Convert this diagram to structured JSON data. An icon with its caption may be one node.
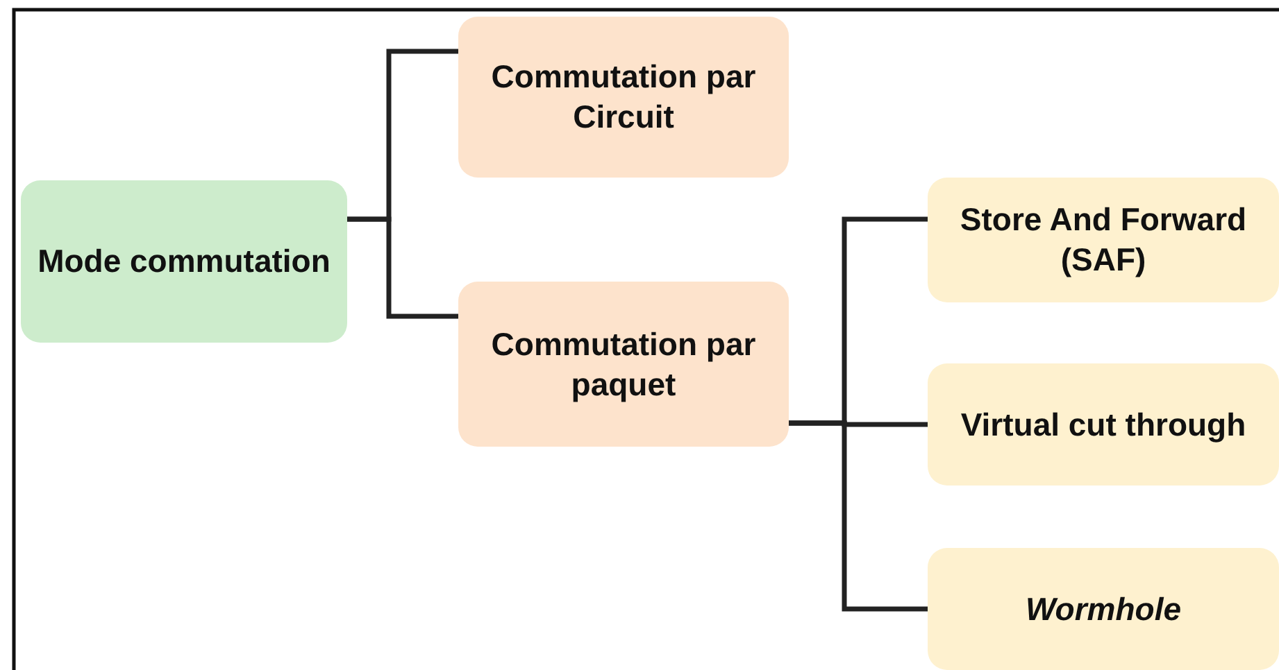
{
  "diagram": {
    "nodes": [
      {
        "text": [
          "Mode commutation"
        ]
      },
      {
        "text": [
          "Commutation par Circuit"
        ]
      },
      {
        "text": [
          "Commutation par paquet"
        ]
      },
      {
        "text": [
          "Store And Forward (SAF)"
        ]
      },
      {
        "text": [
          "Virtual cut through"
        ]
      },
      {
        "text": [
          "Wormhole"
        ]
      }
    ],
    "edges": [
      {
        "from": 0,
        "to": 1,
        "arrow": "none"
      },
      {
        "from": 0,
        "to": 2,
        "arrow": "none"
      },
      {
        "from": 2,
        "to": 3,
        "arrow": "none"
      },
      {
        "from": 2,
        "to": 4,
        "arrow": "none"
      },
      {
        "from": 2,
        "to": 5,
        "arrow": "none"
      }
    ]
  }
}
